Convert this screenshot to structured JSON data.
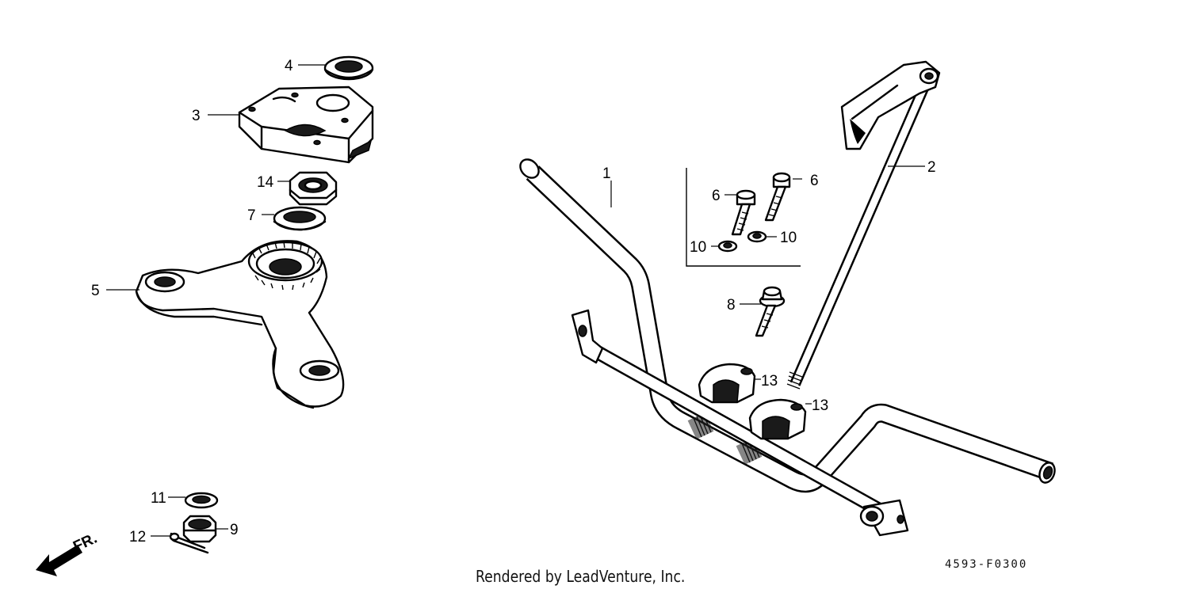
{
  "callouts": {
    "c1": "1",
    "c2": "2",
    "c3": "3",
    "c4": "4",
    "c5": "5",
    "c6a": "6",
    "c6b": "6",
    "c7": "7",
    "c8": "8",
    "c9": "9",
    "c10a": "10",
    "c10b": "10",
    "c11": "11",
    "c12": "12",
    "c13a": "13",
    "c13b": "13",
    "c14": "14"
  },
  "direction_label": "FR.",
  "footer": {
    "credit": "Rendered by LeadVenture, Inc.",
    "diagram_code": "4593-F0300"
  }
}
